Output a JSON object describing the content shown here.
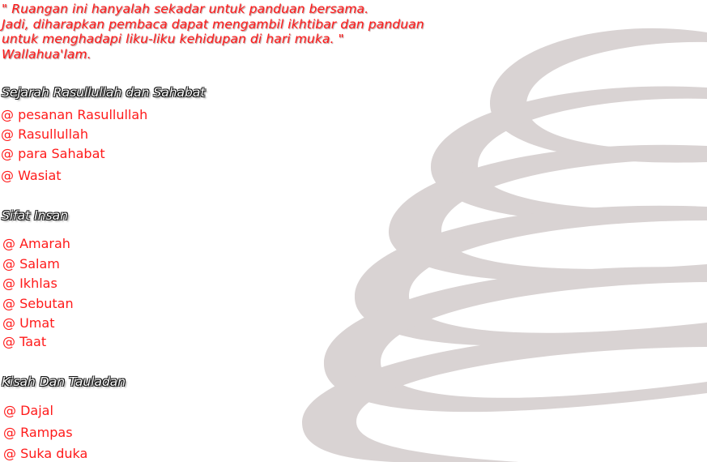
{
  "intro": {
    "lines": [
      "\" Ruangan ini hanyalah sekadar untuk panduan bersama.",
      "Jadi, diharapkan pembaca dapat mengambil ikhtibar dan panduan",
      "untuk menghadapi liku-liku kehidupan di hari muka. \"",
      "Wallahua'lam."
    ]
  },
  "sections": [
    {
      "title": "Sejarah Rasullullah dan Sahabat",
      "items": [
        "@ pesanan Rasullullah",
        "@ Rasullullah",
        "@ para Sahabat",
        "@ Wasiat"
      ]
    },
    {
      "title": "Sifat Insan",
      "items": [
        "@ Amarah",
        "@ Salam",
        "@ Ikhlas",
        "@ Sebutan",
        "@ Umat",
        "@ Taat"
      ]
    },
    {
      "title": "Kisah Dan Tauladan",
      "items": [
        "@ Dajal",
        "@ Rampas",
        "@ Suka duka"
      ]
    }
  ],
  "colors": {
    "text_red": "#ff1a1a",
    "swirl": "#d9d3d3",
    "background": "#ffffff"
  }
}
